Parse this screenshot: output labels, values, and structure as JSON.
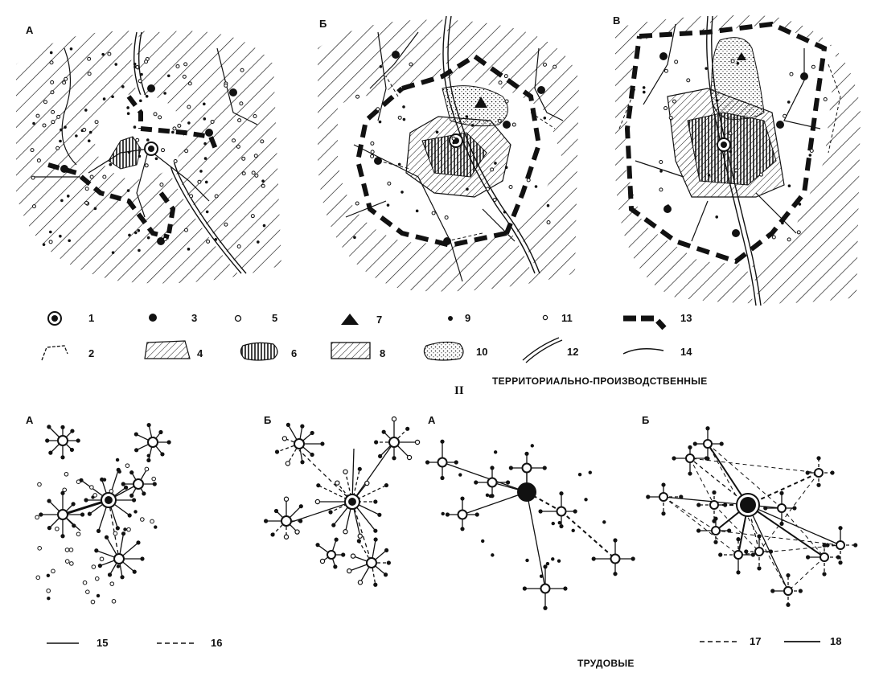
{
  "panel_labels": {
    "top_a": "А",
    "top_b": "Б",
    "top_c": "В",
    "bot_left_a": "А",
    "bot_left_b": "Б",
    "bot_right_a": "А",
    "bot_right_b": "Б"
  },
  "section_title_1": "ТЕРРИТОРИАЛЬНО-ПРОИЗВОДСТВЕННЫЕ",
  "section_numeral": "II",
  "section_title_2": "ТРУДОВЫЕ",
  "legend": [
    {
      "num": "1",
      "symbol": "main-center"
    },
    {
      "num": "2",
      "symbol": "boundary-line"
    },
    {
      "num": "3",
      "symbol": "filled-dot"
    },
    {
      "num": "4",
      "symbol": "diagonal-hatch-zone"
    },
    {
      "num": "5",
      "symbol": "hollow-dot"
    },
    {
      "num": "6",
      "symbol": "vertical-hatch-zone"
    },
    {
      "num": "7",
      "symbol": "triangle"
    },
    {
      "num": "8",
      "symbol": "boxed-hatch-zone"
    },
    {
      "num": "9",
      "symbol": "small-dot"
    },
    {
      "num": "10",
      "symbol": "dotted-zone"
    },
    {
      "num": "11",
      "symbol": "tiny-hollow-dot"
    },
    {
      "num": "12",
      "symbol": "double-line"
    },
    {
      "num": "13",
      "symbol": "thick-dashed-boundary"
    },
    {
      "num": "14",
      "symbol": "thin-line"
    },
    {
      "num": "15",
      "symbol": "solid-link"
    },
    {
      "num": "16",
      "symbol": "dashed-link"
    },
    {
      "num": "17",
      "symbol": "dashed-link"
    },
    {
      "num": "18",
      "symbol": "solid-link"
    }
  ],
  "colors": {
    "ink": "#111111",
    "paper": "#ffffff"
  }
}
